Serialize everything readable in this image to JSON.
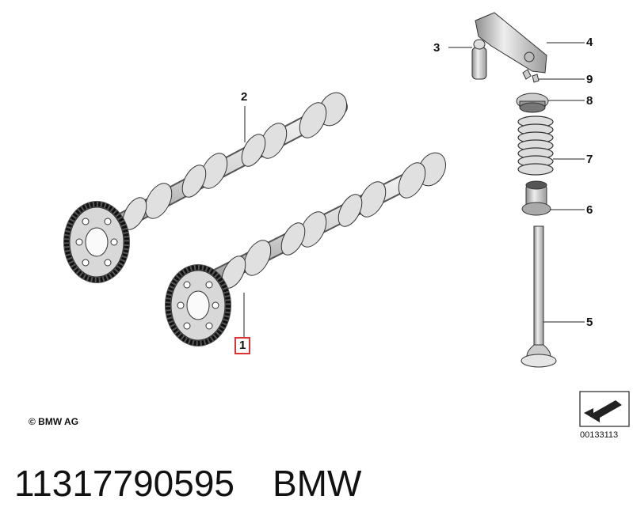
{
  "callouts": {
    "c1": "1",
    "c2": "2",
    "c3": "3",
    "c4": "4",
    "c5": "5",
    "c6": "6",
    "c7": "7",
    "c8": "8",
    "c9": "9"
  },
  "copyright": "© BMW AG",
  "doc_number": "00133113",
  "footer": {
    "part_number": "11317790595",
    "brand": "BMW"
  },
  "colors": {
    "highlight_box": "#d33333",
    "line": "#222222"
  },
  "icons": [
    "orientation-arrow-icon"
  ]
}
